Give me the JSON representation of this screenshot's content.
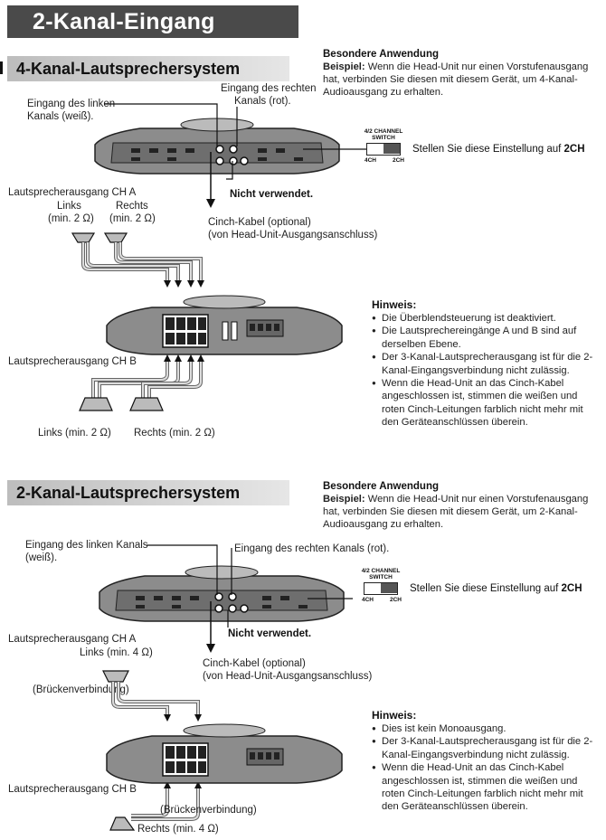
{
  "page_title": "2-Kanal-Eingang",
  "section1": {
    "title": "4-Kanal-Lautsprechersystem",
    "special_title": "Besondere Anwendung",
    "special_example_label": "Beispiel:",
    "special_text": "Wenn die Head-Unit nur einen Vorstufenausgang hat, verbinden Sie diesen mit diesem Gerät, um 4-Kanal-Audioausgang zu erhalten.",
    "label_left_input": "Eingang des linken Kanals (weiß).",
    "label_right_input_1": "Eingang des rechten",
    "label_right_input_2": "Kanals (rot).",
    "switch_caption_1": "4/2 CHANNEL",
    "switch_caption_2": "SWITCH",
    "switch_4ch": "4CH",
    "switch_2ch": "2CH",
    "setting_text": "Stellen Sie diese Einstellung auf",
    "setting_value": "2CH",
    "not_used": "Nicht verwendet.",
    "cinch_label_1": "Cinch-Kabel (optional)",
    "cinch_label_2": "(von Head-Unit-Ausgangsanschluss)",
    "output_a": "Lautsprecherausgang CH A",
    "left_a_1": "Links",
    "left_a_2": "(min. 2 Ω)",
    "right_a_1": "Rechts",
    "right_a_2": "(min. 2 Ω)",
    "output_b": "Lautsprecherausgang CH B",
    "left_b": "Links  (min. 2 Ω)",
    "right_b": "Rechts  (min. 2 Ω)",
    "hint_title": "Hinweis:",
    "hints": [
      "Die Überblendsteuerung ist deaktiviert.",
      "Die Lautsprechereingänge A und B sind auf derselben Ebene.",
      "Der 3-Kanal-Lautsprecherausgang ist für die 2-Kanal-Eingangsverbindung nicht zulässig.",
      "Wenn die Head-Unit an das Cinch-Kabel angeschlossen ist, stimmen die weißen und roten Cinch-Leitungen farblich nicht mehr mit den Geräteanschlüssen überein."
    ]
  },
  "section2": {
    "title": "2-Kanal-Lautsprechersystem",
    "special_title": "Besondere Anwendung",
    "special_example_label": "Beispiel:",
    "special_text": "Wenn die Head-Unit nur einen Vorstufenausgang hat, verbinden Sie diesen mit diesem Gerät, um 2-Kanal-Audioausgang zu erhalten.",
    "label_left_input_1": "Eingang des linken Kanals",
    "label_left_input_2": "(weiß).",
    "label_right_input": "Eingang des rechten Kanals (rot).",
    "switch_caption_1": "4/2 CHANNEL",
    "switch_caption_2": "SWITCH",
    "switch_4ch": "4CH",
    "switch_2ch": "2CH",
    "setting_text": "Stellen Sie diese Einstellung auf",
    "setting_value": "2CH",
    "not_used": "Nicht verwendet.",
    "cinch_label_1": "Cinch-Kabel (optional)",
    "cinch_label_2": "(von Head-Unit-Ausgangsanschluss)",
    "output_a": "Lautsprecherausgang CH A",
    "left_a": "Links  (min. 4 Ω)",
    "bridge_top": "(Brückenverbindung)",
    "output_b": "Lautsprecherausgang CH B",
    "bridge_bottom": "(Brückenverbindung)",
    "right_b": "Rechts  (min. 4 Ω)",
    "hint_title": "Hinweis:",
    "hints": [
      "Dies ist kein Monoausgang.",
      "Der 3-Kanal-Lautsprecherausgang ist für die 2-Kanal-Eingangsverbindung nicht zulässig.",
      "Wenn die Head-Unit an das Cinch-Kabel angeschlossen ist, stimmen die weißen und roten Cinch-Leitungen farblich nicht mehr mit den Geräteanschlüssen überein."
    ]
  }
}
